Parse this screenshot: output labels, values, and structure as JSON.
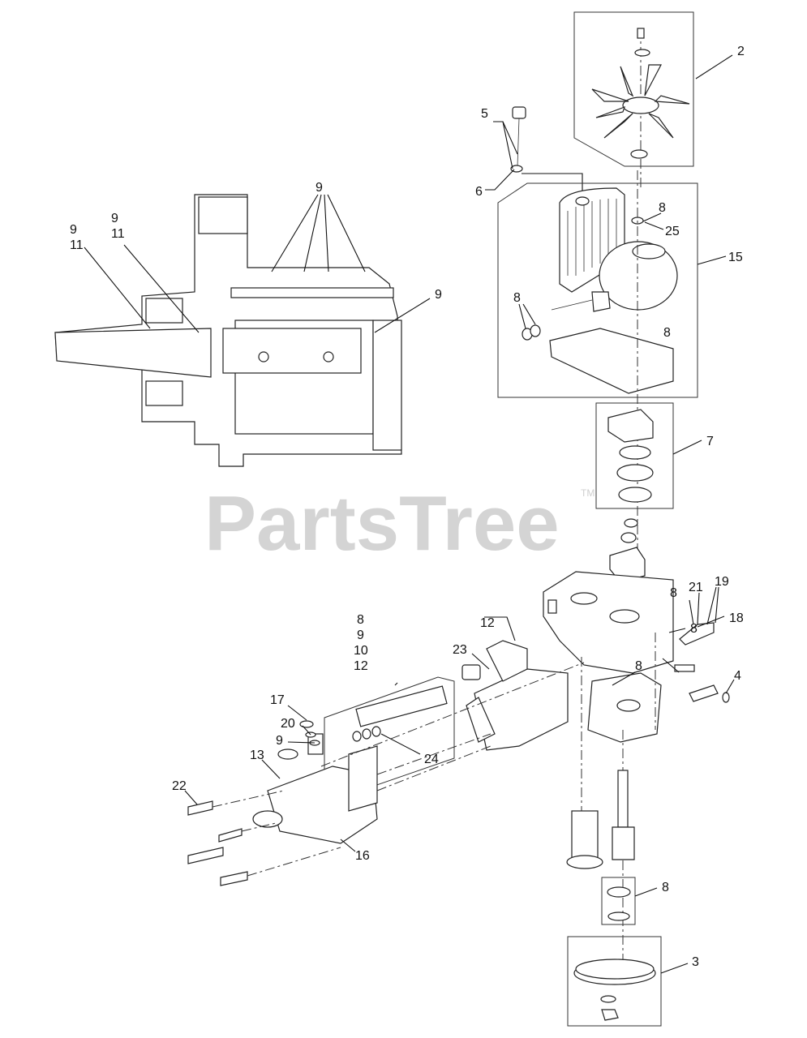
{
  "watermark": {
    "text": "PartsTree",
    "tm": "TM"
  },
  "callouts": {
    "c2": "2",
    "c5": "5",
    "c6": "6",
    "c8a": "8",
    "c25": "25",
    "c15": "15",
    "c8b": "8",
    "c8c": "8",
    "c7": "7",
    "c9top": "9",
    "c9a": "9",
    "c11a": "11",
    "c9b": "9",
    "c11b": "11",
    "c9r": "9",
    "c8s": "8",
    "c9s": "9",
    "c10s": "10",
    "c12s": "12",
    "c12": "12",
    "c23": "23",
    "c8d": "8",
    "c21": "21",
    "c19": "19",
    "c18": "18",
    "c8e": "8",
    "c8f": "8",
    "c4": "4",
    "c17": "17",
    "c20": "20",
    "c9c": "9",
    "c13": "13",
    "c24": "24",
    "c22": "22",
    "c16": "16",
    "c8g": "8",
    "c3": "3"
  }
}
